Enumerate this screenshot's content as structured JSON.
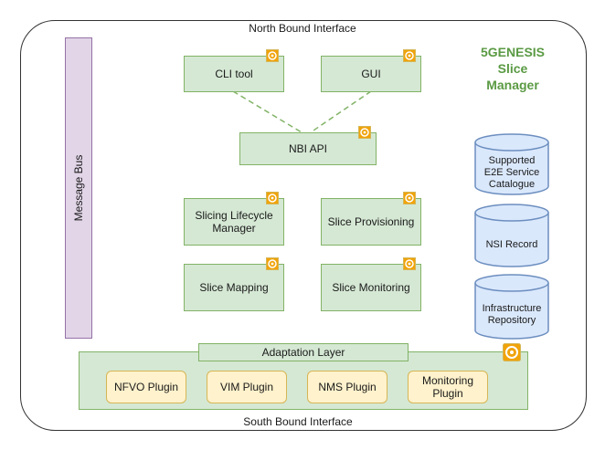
{
  "north_interface": "North Bound Interface",
  "south_interface": "South Bound Interface",
  "title": [
    "5GENESIS",
    "Slice",
    "Manager"
  ],
  "message_bus": "Message Bus",
  "top_clients": {
    "cli": "CLI tool",
    "gui": "GUI"
  },
  "nbi_api": "NBI API",
  "modules": {
    "slicing_lifecycle": [
      "Slicing Lifecycle",
      "Manager"
    ],
    "slice_provisioning": "Slice Provisioning",
    "slice_mapping": "Slice Mapping",
    "slice_monitoring": "Slice Monitoring"
  },
  "databases": {
    "catalogue": [
      "Supported",
      "E2E Service",
      "Catalogue"
    ],
    "nsi_record": "NSI Record",
    "infrastructure": [
      "Infrastructure",
      "Repository"
    ]
  },
  "adaptation_layer": "Adaptation Layer",
  "plugins": {
    "nfvo": "NFVO Plugin",
    "vim": "VIM Plugin",
    "nms": "NMS Plugin",
    "monitoring": [
      "Monitoring",
      "Plugin"
    ]
  },
  "colors": {
    "green_fill": "#d5e8d4",
    "green_stroke": "#82b366",
    "blue_fill": "#dae8fc",
    "blue_stroke": "#6c8ebf",
    "purple_fill": "#e1d5e7",
    "purple_stroke": "#9673a6",
    "yellow_fill": "#fff2cc",
    "yellow_stroke": "#d6b656",
    "gear": "#f0a30a",
    "title": "#5a9a43"
  },
  "icons": {
    "component": "gear-icon",
    "connector": "dashed-line"
  }
}
